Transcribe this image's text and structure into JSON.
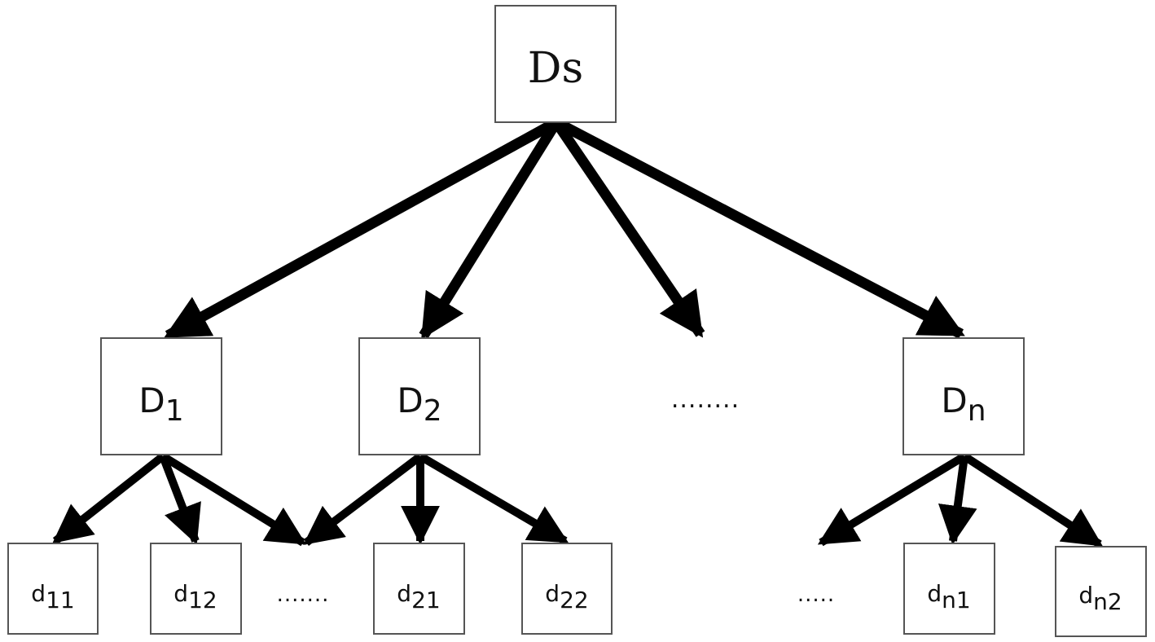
{
  "root": {
    "label": "Ds"
  },
  "level1": [
    {
      "base": "D",
      "sub": "1"
    },
    {
      "base": "D",
      "sub": "2"
    },
    {
      "base": "D",
      "sub": "n"
    }
  ],
  "level1_ellipsis": "........",
  "level2": [
    {
      "base": "d",
      "sub": "11"
    },
    {
      "base": "d",
      "sub": "12"
    },
    {
      "base": "d",
      "sub": "21"
    },
    {
      "base": "d",
      "sub": "22"
    },
    {
      "base": "d",
      "sub": "n1"
    },
    {
      "base": "d",
      "sub": "n2"
    }
  ],
  "level2_ellipsis_a": ".......",
  "level2_ellipsis_b": "....."
}
